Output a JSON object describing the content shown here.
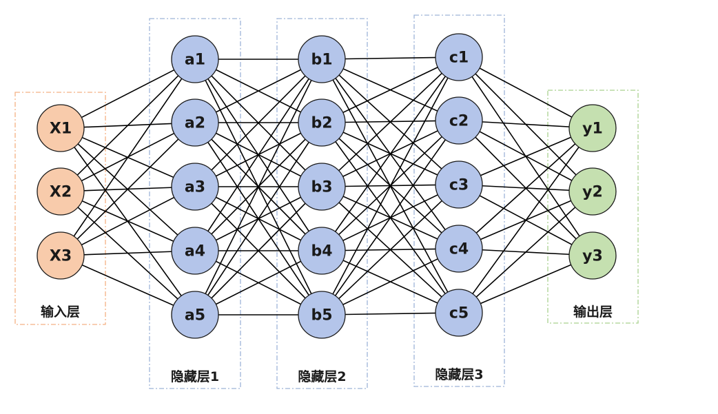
{
  "colors": {
    "input_node": "#f8cbab",
    "hidden_node": "#b4c5ea",
    "output_node": "#c5e0b0",
    "input_frame": "#f4b183",
    "hidden_frame": "#9db3d8",
    "output_frame": "#a9d18e",
    "edge": "#000000",
    "node_outline": "#1a1a1a"
  },
  "layers": [
    {
      "id": "input",
      "label": "输入层",
      "kind": "input",
      "nodes": [
        "X1",
        "X2",
        "X3"
      ]
    },
    {
      "id": "hidden1",
      "label": "隐藏层1",
      "kind": "hidden",
      "nodes": [
        "a1",
        "a2",
        "a3",
        "a4",
        "a5"
      ]
    },
    {
      "id": "hidden2",
      "label": "隐藏层2",
      "kind": "hidden",
      "nodes": [
        "b1",
        "b2",
        "b3",
        "b4",
        "b5"
      ]
    },
    {
      "id": "hidden3",
      "label": "隐藏层3",
      "kind": "hidden",
      "nodes": [
        "c1",
        "c2",
        "c3",
        "c4",
        "c5"
      ]
    },
    {
      "id": "output",
      "label": "输出层",
      "kind": "output",
      "nodes": [
        "y1",
        "y2",
        "y3"
      ]
    }
  ],
  "connectivity": "fully-connected"
}
